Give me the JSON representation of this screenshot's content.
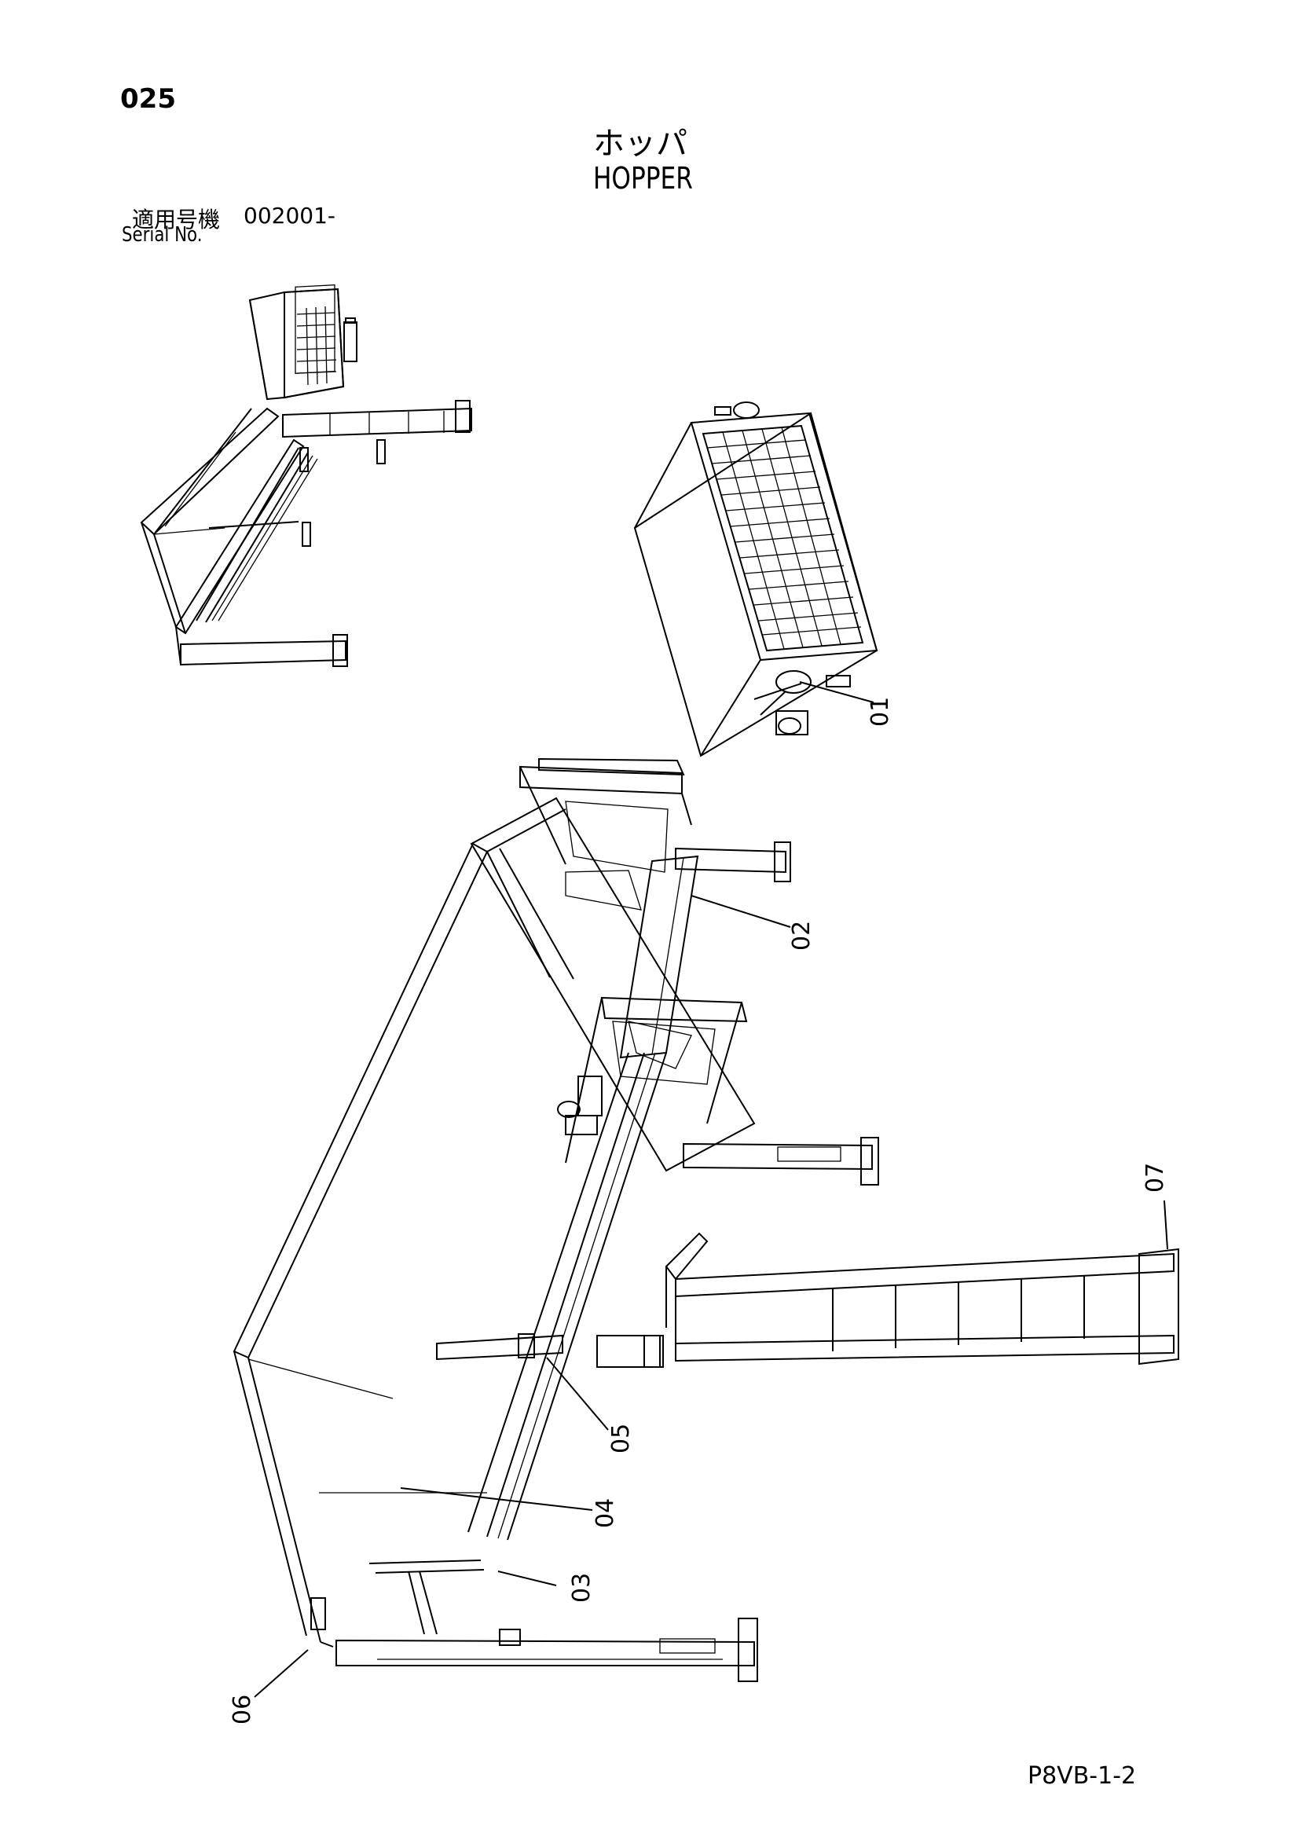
{
  "page_number": "025",
  "title_jp": "ホッパ",
  "title_en": "HOPPER",
  "serial": {
    "label_jp": "適用号機",
    "value": "002001-",
    "label_en": "Serial No."
  },
  "callouts": [
    "01",
    "02",
    "03",
    "04",
    "05",
    "06",
    "07"
  ],
  "drawing_code": "P8VB-1-2"
}
